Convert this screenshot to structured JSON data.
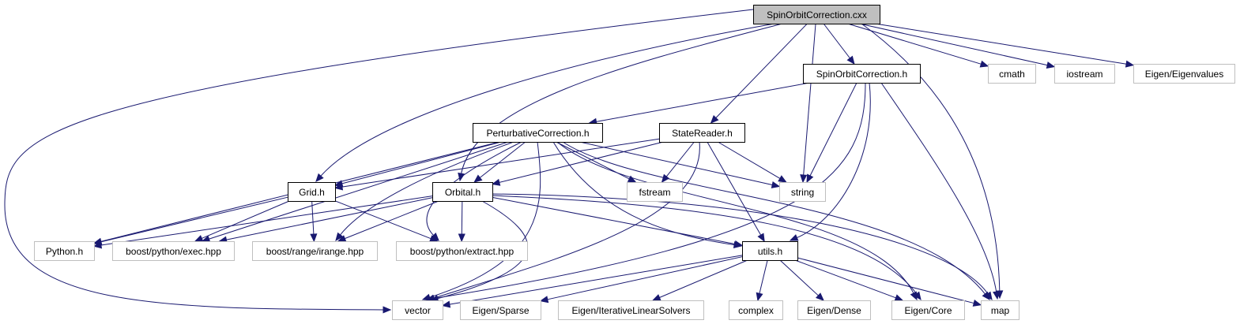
{
  "diagram": {
    "nodes": [
      {
        "id": "spinorbit_cxx",
        "label": "SpinOrbitCorrection.cxx",
        "kind": "root"
      },
      {
        "id": "spinorbit_h",
        "label": "SpinOrbitCorrection.h",
        "kind": "header"
      },
      {
        "id": "cmath",
        "label": "cmath",
        "kind": "external"
      },
      {
        "id": "iostream",
        "label": "iostream",
        "kind": "external"
      },
      {
        "id": "eigen_eigenvalues",
        "label": "Eigen/Eigenvalues",
        "kind": "external"
      },
      {
        "id": "perturbative_h",
        "label": "PerturbativeCorrection.h",
        "kind": "header"
      },
      {
        "id": "statereader_h",
        "label": "StateReader.h",
        "kind": "header"
      },
      {
        "id": "grid_h",
        "label": "Grid.h",
        "kind": "header"
      },
      {
        "id": "orbital_h",
        "label": "Orbital.h",
        "kind": "header"
      },
      {
        "id": "fstream",
        "label": "fstream",
        "kind": "external"
      },
      {
        "id": "string",
        "label": "string",
        "kind": "external"
      },
      {
        "id": "python_h",
        "label": "Python.h",
        "kind": "external"
      },
      {
        "id": "boost_exec",
        "label": "boost/python/exec.hpp",
        "kind": "external"
      },
      {
        "id": "boost_irange",
        "label": "boost/range/irange.hpp",
        "kind": "external"
      },
      {
        "id": "boost_extract",
        "label": "boost/python/extract.hpp",
        "kind": "external"
      },
      {
        "id": "utils_h",
        "label": "utils.h",
        "kind": "header"
      },
      {
        "id": "vector",
        "label": "vector",
        "kind": "external"
      },
      {
        "id": "eigen_sparse",
        "label": "Eigen/Sparse",
        "kind": "external"
      },
      {
        "id": "eigen_iterative",
        "label": "Eigen/IterativeLinearSolvers",
        "kind": "external"
      },
      {
        "id": "complex",
        "label": "complex",
        "kind": "external"
      },
      {
        "id": "eigen_dense",
        "label": "Eigen/Dense",
        "kind": "external"
      },
      {
        "id": "eigen_core",
        "label": "Eigen/Core",
        "kind": "external"
      },
      {
        "id": "map",
        "label": "map",
        "kind": "external"
      }
    ],
    "edges": [
      {
        "from": "spinorbit_cxx",
        "to": "spinorbit_h"
      },
      {
        "from": "spinorbit_cxx",
        "to": "cmath"
      },
      {
        "from": "spinorbit_cxx",
        "to": "iostream"
      },
      {
        "from": "spinorbit_cxx",
        "to": "eigen_eigenvalues"
      },
      {
        "from": "spinorbit_cxx",
        "to": "statereader_h"
      },
      {
        "from": "spinorbit_cxx",
        "to": "grid_h"
      },
      {
        "from": "spinorbit_cxx",
        "to": "orbital_h"
      },
      {
        "from": "spinorbit_cxx",
        "to": "string"
      },
      {
        "from": "spinorbit_cxx",
        "to": "map"
      },
      {
        "from": "spinorbit_cxx",
        "to": "vector"
      },
      {
        "from": "spinorbit_h",
        "to": "perturbative_h"
      },
      {
        "from": "spinorbit_h",
        "to": "string"
      },
      {
        "from": "spinorbit_h",
        "to": "utils_h"
      },
      {
        "from": "spinorbit_h",
        "to": "vector"
      },
      {
        "from": "spinorbit_h",
        "to": "map"
      },
      {
        "from": "perturbative_h",
        "to": "grid_h"
      },
      {
        "from": "perturbative_h",
        "to": "orbital_h"
      },
      {
        "from": "perturbative_h",
        "to": "fstream"
      },
      {
        "from": "perturbative_h",
        "to": "string"
      },
      {
        "from": "perturbative_h",
        "to": "python_h"
      },
      {
        "from": "perturbative_h",
        "to": "boost_exec"
      },
      {
        "from": "perturbative_h",
        "to": "boost_irange"
      },
      {
        "from": "perturbative_h",
        "to": "boost_extract"
      },
      {
        "from": "perturbative_h",
        "to": "utils_h"
      },
      {
        "from": "perturbative_h",
        "to": "vector"
      },
      {
        "from": "perturbative_h",
        "to": "eigen_core"
      },
      {
        "from": "perturbative_h",
        "to": "map"
      },
      {
        "from": "statereader_h",
        "to": "grid_h"
      },
      {
        "from": "statereader_h",
        "to": "orbital_h"
      },
      {
        "from": "statereader_h",
        "to": "fstream"
      },
      {
        "from": "statereader_h",
        "to": "string"
      },
      {
        "from": "statereader_h",
        "to": "vector"
      },
      {
        "from": "statereader_h",
        "to": "utils_h"
      },
      {
        "from": "grid_h",
        "to": "python_h"
      },
      {
        "from": "grid_h",
        "to": "boost_exec"
      },
      {
        "from": "grid_h",
        "to": "boost_irange"
      },
      {
        "from": "grid_h",
        "to": "boost_extract"
      },
      {
        "from": "orbital_h",
        "to": "python_h"
      },
      {
        "from": "orbital_h",
        "to": "boost_exec"
      },
      {
        "from": "orbital_h",
        "to": "boost_irange"
      },
      {
        "from": "orbital_h",
        "to": "boost_extract"
      },
      {
        "from": "orbital_h",
        "to": "utils_h"
      },
      {
        "from": "orbital_h",
        "to": "vector"
      },
      {
        "from": "orbital_h",
        "to": "eigen_core"
      },
      {
        "from": "orbital_h",
        "to": "map"
      },
      {
        "from": "utils_h",
        "to": "vector"
      },
      {
        "from": "utils_h",
        "to": "eigen_sparse"
      },
      {
        "from": "utils_h",
        "to": "eigen_iterative"
      },
      {
        "from": "utils_h",
        "to": "complex"
      },
      {
        "from": "utils_h",
        "to": "eigen_dense"
      },
      {
        "from": "utils_h",
        "to": "eigen_core"
      },
      {
        "from": "utils_h",
        "to": "map"
      }
    ],
    "colors": {
      "edge": "#191970",
      "root_fill": "#bfbfbf",
      "root_border": "#000000",
      "header_fill": "#ffffff",
      "header_border": "#000000",
      "external_fill": "#ffffff",
      "external_border": "#bfbfbf",
      "text": "#000000"
    }
  }
}
